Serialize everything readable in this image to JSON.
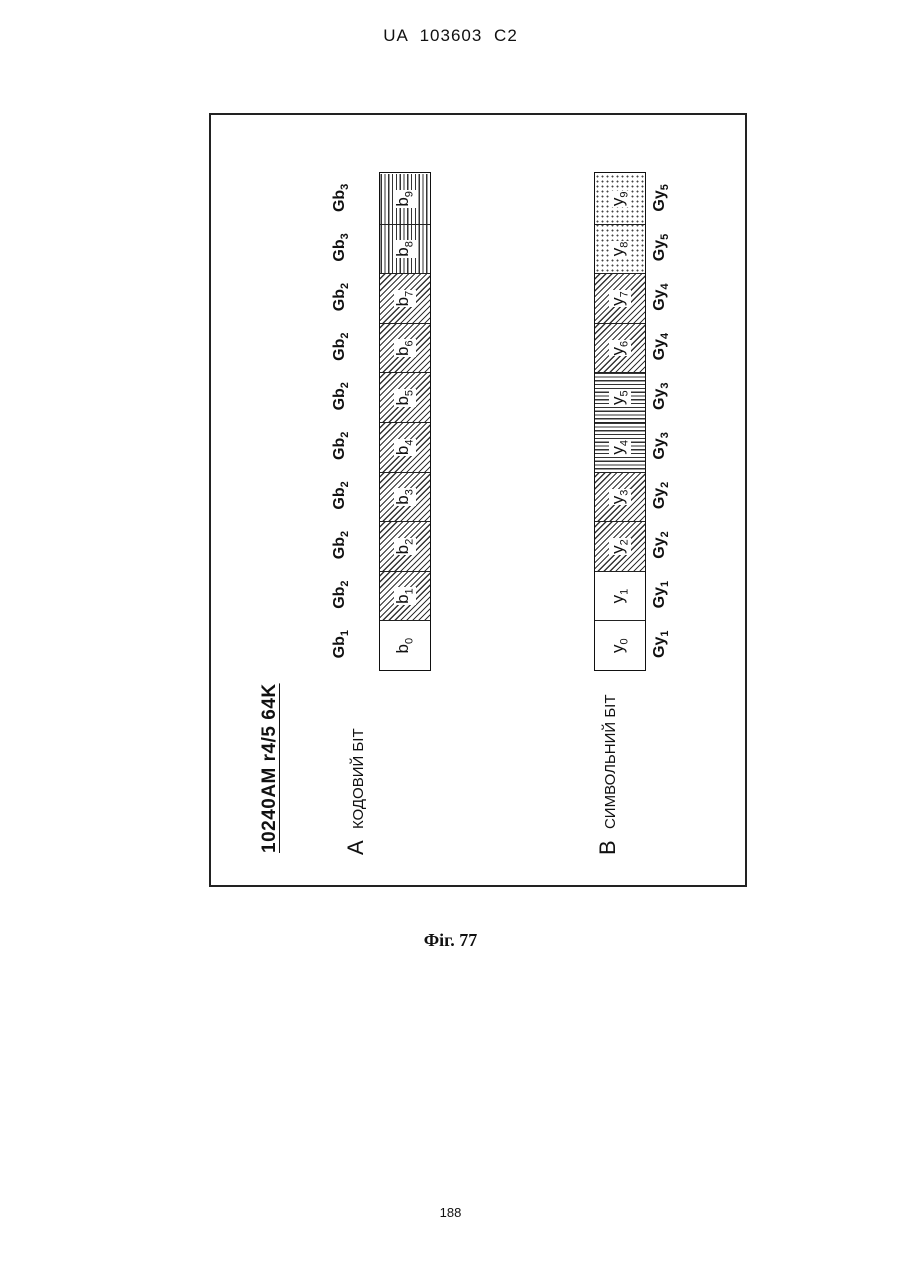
{
  "header": {
    "patent_no": "UA   103603   C2"
  },
  "figure": {
    "title": "10240AM r4/5 64K",
    "row_a": {
      "letter": "A",
      "label": "КОДОВИЙ БІТ",
      "cells": [
        {
          "base": "b",
          "sub": "0",
          "pattern": "white"
        },
        {
          "base": "b",
          "sub": "1",
          "pattern": "hatch"
        },
        {
          "base": "b",
          "sub": "2",
          "pattern": "hatch"
        },
        {
          "base": "b",
          "sub": "3",
          "pattern": "hatch"
        },
        {
          "base": "b",
          "sub": "4",
          "pattern": "hatch"
        },
        {
          "base": "b",
          "sub": "5",
          "pattern": "hatch"
        },
        {
          "base": "b",
          "sub": "6",
          "pattern": "hatch"
        },
        {
          "base": "b",
          "sub": "7",
          "pattern": "hatch"
        },
        {
          "base": "b",
          "sub": "8",
          "pattern": "vertical"
        },
        {
          "base": "b",
          "sub": "9",
          "pattern": "vertical"
        }
      ],
      "groups": [
        {
          "base": "Gb",
          "sub": "1"
        },
        {
          "base": "Gb",
          "sub": "2"
        },
        {
          "base": "Gb",
          "sub": "2"
        },
        {
          "base": "Gb",
          "sub": "2"
        },
        {
          "base": "Gb",
          "sub": "2"
        },
        {
          "base": "Gb",
          "sub": "2"
        },
        {
          "base": "Gb",
          "sub": "2"
        },
        {
          "base": "Gb",
          "sub": "2"
        },
        {
          "base": "Gb",
          "sub": "3"
        },
        {
          "base": "Gb",
          "sub": "3"
        }
      ]
    },
    "row_b": {
      "letter": "B",
      "label": "СИМВОЛЬНИЙ БІТ",
      "cells": [
        {
          "base": "y",
          "sub": "0",
          "pattern": "white"
        },
        {
          "base": "y",
          "sub": "1",
          "pattern": "white"
        },
        {
          "base": "y",
          "sub": "2",
          "pattern": "hatch"
        },
        {
          "base": "y",
          "sub": "3",
          "pattern": "hatch"
        },
        {
          "base": "y",
          "sub": "4",
          "pattern": "horizontal"
        },
        {
          "base": "y",
          "sub": "5",
          "pattern": "horizontal"
        },
        {
          "base": "y",
          "sub": "6",
          "pattern": "hatch"
        },
        {
          "base": "y",
          "sub": "7",
          "pattern": "hatch"
        },
        {
          "base": "y",
          "sub": "8",
          "pattern": "dots"
        },
        {
          "base": "y",
          "sub": "9",
          "pattern": "dots"
        }
      ],
      "groups": [
        {
          "base": "Gy",
          "sub": "1"
        },
        {
          "base": "Gy",
          "sub": "1"
        },
        {
          "base": "Gy",
          "sub": "2"
        },
        {
          "base": "Gy",
          "sub": "2"
        },
        {
          "base": "Gy",
          "sub": "3"
        },
        {
          "base": "Gy",
          "sub": "3"
        },
        {
          "base": "Gy",
          "sub": "4"
        },
        {
          "base": "Gy",
          "sub": "4"
        },
        {
          "base": "Gy",
          "sub": "5"
        },
        {
          "base": "Gy",
          "sub": "5"
        }
      ]
    },
    "caption": "Фіг. 77"
  },
  "page_number": "188"
}
